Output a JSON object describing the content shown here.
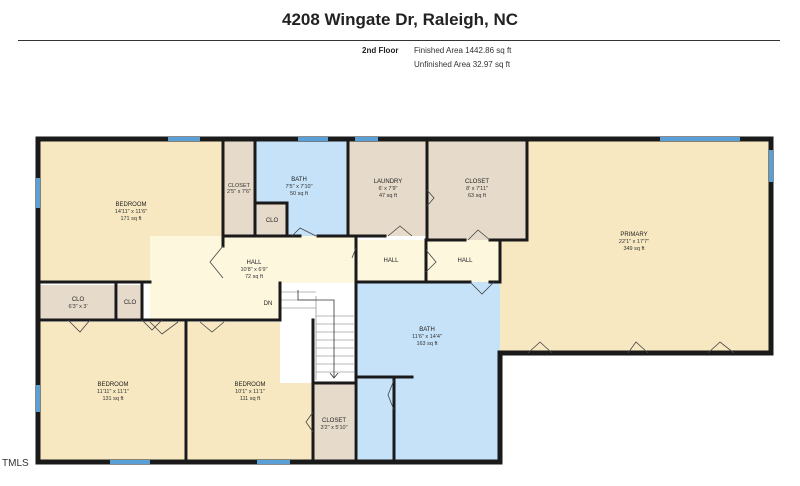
{
  "header": {
    "address": "4208 Wingate Dr, Raleigh, NC",
    "floor": "2nd Floor",
    "finished_area": "Finished Area 1442.86 sq ft",
    "unfinished_area": "Unfinished Area 32.97 sq ft"
  },
  "watermark": "TMLS",
  "colors": {
    "bedroom": "#f7e8c2",
    "bath": "#c5e2f8",
    "utility": "#e6dbca",
    "hall": "#fdf7de",
    "wall": "#1a1a1a",
    "window": "#5aa0d6"
  },
  "rooms": {
    "bedroom_nw": {
      "name": "BEDROOM",
      "dims": "14'11\" x 11'6\"",
      "area": "171 sq ft"
    },
    "closet_nw": {
      "name": "CLOSET",
      "dims": "2'5\" x 7'6\""
    },
    "bath_n": {
      "name": "BATH",
      "dims": "7'5\" x 7'10\"",
      "area": "50 sq ft"
    },
    "clo_bath": {
      "name": "CLO"
    },
    "laundry": {
      "name": "LAUNDRY",
      "dims": "6' x 7'9\"",
      "area": "47 sq ft"
    },
    "closet_n": {
      "name": "CLOSET",
      "dims": "8' x 7'11\"",
      "area": "63 sq ft"
    },
    "primary": {
      "name": "PRIMARY",
      "dims": "22'1\" x 17'7\"",
      "area": "349 sq ft"
    },
    "hall_main": {
      "name": "HALL",
      "dims": "10'8\" x 6'9\"",
      "area": "72 sq ft"
    },
    "hall_mid": {
      "name": "HALL"
    },
    "hall_right": {
      "name": "HALL"
    },
    "clo_w": {
      "name": "CLO",
      "dims": "6'3\" x 3'"
    },
    "clo_small": {
      "name": "CLO"
    },
    "stairs": {
      "name": "DN"
    },
    "bath_s": {
      "name": "BATH",
      "dims": "11'6\" x 14'4\"",
      "area": "163 sq ft"
    },
    "bedroom_sw": {
      "name": "BEDROOM",
      "dims": "11'11\" x 11'1\"",
      "area": "131 sq ft"
    },
    "bedroom_s": {
      "name": "BEDROOM",
      "dims": "10'1\" x 11'1\"",
      "area": "111 sq ft"
    },
    "closet_s": {
      "name": "CLOSET",
      "dims": "3'2\" x 5'10\""
    }
  }
}
